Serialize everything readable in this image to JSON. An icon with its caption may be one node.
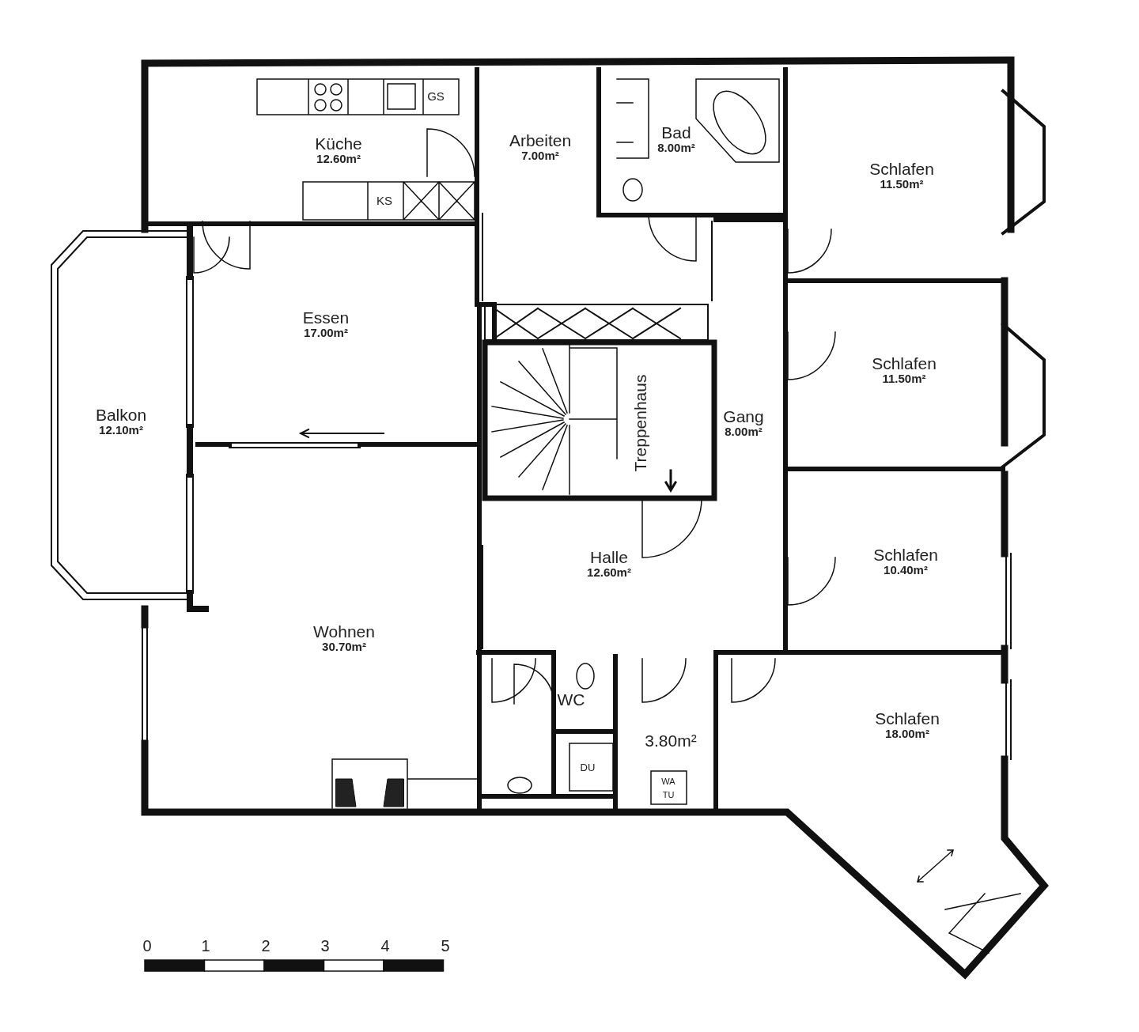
{
  "diagram": {
    "nodes": [
      {
        "text": [
          "Küche",
          "12.60m²"
        ]
      },
      {
        "text": [
          "Arbeiten",
          "7.00m²"
        ]
      },
      {
        "text": [
          "Bad",
          "8.00m²"
        ]
      },
      {
        "text": [
          "Schlafen",
          "11.50m²"
        ]
      },
      {
        "text": [
          "Balkon",
          "12.10m²"
        ]
      },
      {
        "text": [
          "Essen",
          "17.00m²"
        ]
      },
      {
        "text": [
          "Treppenhaus"
        ]
      },
      {
        "text": [
          "Gang",
          "8.00m²"
        ]
      },
      {
        "text": [
          "Schlafen",
          "11.50m²"
        ]
      },
      {
        "text": [
          "Halle",
          "12.60m²"
        ]
      },
      {
        "text": [
          "Wohnen",
          "30.70m²"
        ]
      },
      {
        "text": [
          "Schlafen",
          "10.40m²"
        ]
      },
      {
        "text": [
          "WC"
        ]
      },
      {
        "text": [
          "3.80m²"
        ]
      },
      {
        "text": [
          "Schlafen",
          "18.00m²"
        ]
      }
    ],
    "edges": [],
    "labels": [
      "GS",
      "KS",
      "DU",
      "WA TU",
      "0",
      "1",
      "2",
      "3",
      "4",
      "5"
    ]
  }
}
